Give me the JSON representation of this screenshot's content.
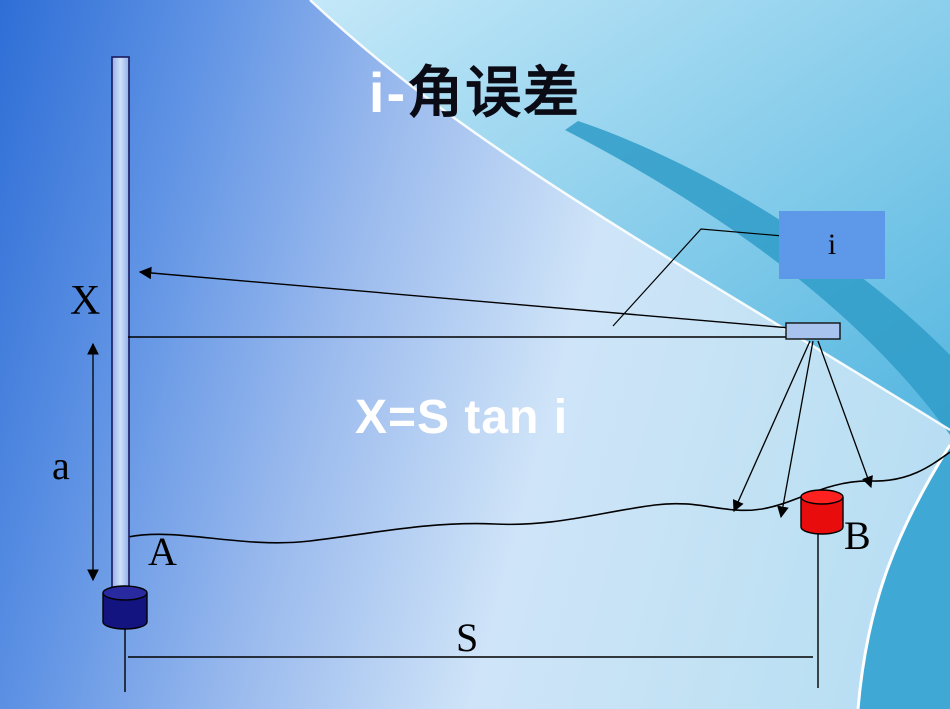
{
  "slide": {
    "title_prefix": "i-",
    "title_main": "角误差",
    "formula": "X=S tan i",
    "label_x": "X",
    "label_a": "a",
    "label_point_a": "A",
    "label_point_b": "B",
    "label_s": "S",
    "label_i": "i"
  },
  "colors": {
    "background_left": "#2e6ed6",
    "background_right": "#b4dcf2",
    "swoosh_cyan": "#54b6e0",
    "swoosh_dark": "#2f9cc8",
    "rod_fill": "#a9c3ef",
    "i_box_fill": "#5d99e8",
    "instrument_fill": "#a9c3ef",
    "marker_a_fill": "#141480",
    "marker_b_fill": "#e80c0c",
    "line_color": "#000000",
    "formula_color": "#ffffff",
    "title_prefix_color": "#ffffff",
    "title_main_color": "#0b0b16"
  }
}
